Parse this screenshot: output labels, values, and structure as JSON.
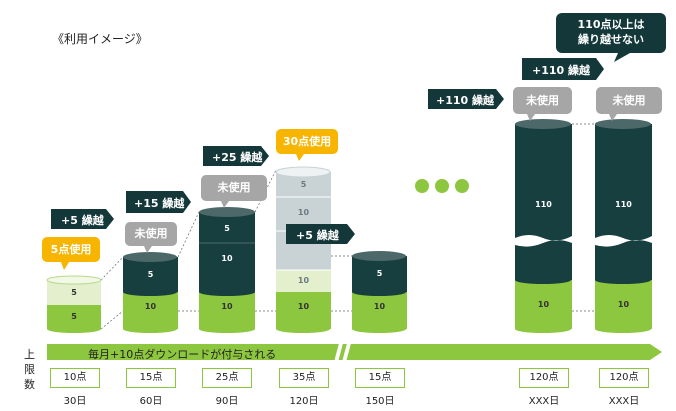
{
  "title": "《利用イメージ》",
  "side_label": [
    "上",
    "限",
    "数"
  ],
  "bottom_bar_text": "毎月+10点ダウンロードが付与される",
  "callouts": {
    "used5": "5点使用",
    "used30": "30点使用",
    "unused": "未使用",
    "over110": [
      "110点以上は",
      "繰り越せない"
    ]
  },
  "carry": {
    "c5": "+5 繰越",
    "c15": "+15 繰越",
    "c25": "+25 繰越",
    "c5b": "+5 繰越",
    "c110a": "+110 繰越",
    "c110b": "+110 繰越"
  },
  "columns": [
    {
      "limit": "10点",
      "day": "30日",
      "segments": [
        "5",
        "5"
      ]
    },
    {
      "limit": "15点",
      "day": "60日",
      "segments": [
        "10",
        "5"
      ]
    },
    {
      "limit": "25点",
      "day": "90日",
      "segments": [
        "10",
        "10",
        "5"
      ]
    },
    {
      "limit": "35点",
      "day": "120日",
      "segments": [
        "10",
        "10",
        "10",
        "5"
      ]
    },
    {
      "limit": "15点",
      "day": "150日",
      "segments": [
        "10",
        "5"
      ]
    },
    {
      "limit": "120点",
      "day": "XXX日",
      "segments": [
        "10",
        "110"
      ]
    },
    {
      "limit": "120点",
      "day": "XXX日",
      "segments": [
        "10",
        "110"
      ]
    }
  ],
  "colors": {
    "green": "#8dc63f",
    "light_green": "#d9ebb9",
    "dark_teal": "#183f3f",
    "gray": "#a6a6a6",
    "light_gray": "#c9d2d5",
    "yellow": "#f7b500",
    "arrow_dark": "#14373a"
  }
}
